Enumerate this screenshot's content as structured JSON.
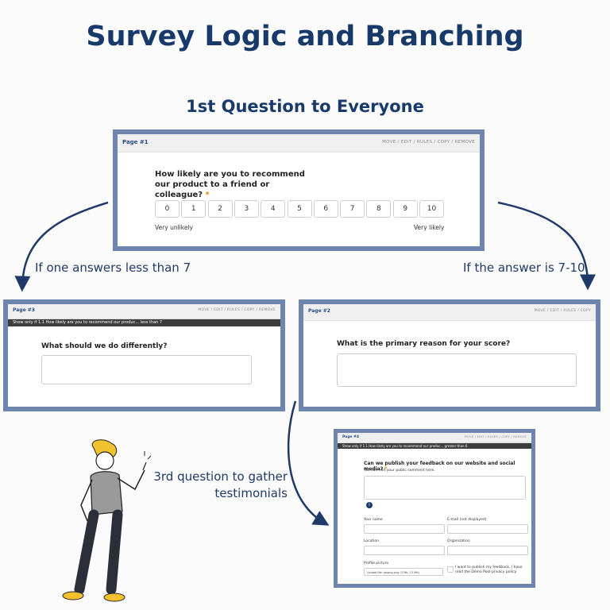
{
  "title": "Survey Logic and Branching",
  "subtitle": "1st Question to Everyone",
  "labels": {
    "left_branch": "If one answers less than 7",
    "right_branch": "If the answer is 7-10",
    "testimonial": "3rd question to gather testimonials"
  },
  "colors": {
    "title": "#173a6b",
    "frame": "#6e86ad",
    "arrow": "#1f3a68"
  },
  "page1": {
    "page_label": "Page #1",
    "actions": "MOVE / EDIT / RULES / COPY / REMOVE",
    "question": "How likely are you to recommend our product to a friend or colleague?",
    "required_mark": "*",
    "scale": [
      "0",
      "1",
      "2",
      "3",
      "4",
      "5",
      "6",
      "7",
      "8",
      "9",
      "10"
    ],
    "low_label": "Very unlikely",
    "high_label": "Very likely"
  },
  "page3": {
    "page_label": "Page #3",
    "actions": "MOVE / EDIT / RULES / COPY / REMOVE",
    "rule": "Show only if 1.1 How likely are you to recommend our produc... less than 7",
    "question": "What should we do differently?"
  },
  "page2": {
    "page_label": "Page #2",
    "actions": "MOVE / EDIT / RULES / COPY",
    "question": "What is the primary reason for your score?"
  },
  "page4": {
    "page_label": "Page #4",
    "actions": "MOVE / EDIT / RULES / COPY / REMOVE",
    "rule": "Show only if 1.1 How likely are you to recommend our produc... greater than 6",
    "question": "Can we publish your feedback on our website and social media?",
    "required_mark": "*",
    "hint": "You can edit your public comment here.",
    "info_icon": "info-icon",
    "name_label": "Your name",
    "email_label": "E-mail (not displayed)",
    "location_label": "Location",
    "organization_label": "Organization",
    "picture_label": "Profile picture",
    "picture_value": "Upload file: jaspng.png (3 Mb, 15 Mb)",
    "consent": "I want to publish my feedback. I have read the Demo Pool privacy policy."
  }
}
